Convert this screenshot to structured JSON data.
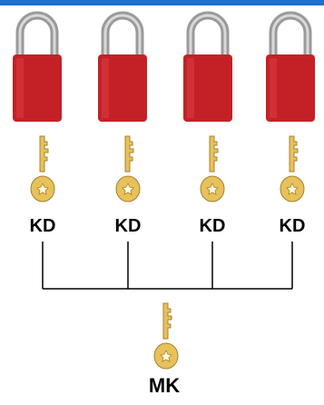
{
  "colors": {
    "top_bar": "#1a6fcf",
    "lock_body": "#c42127",
    "shackle": "#9a9a9a",
    "key": "#e6c15c",
    "line": "#000000"
  },
  "locks": [
    {
      "key_label": "KD"
    },
    {
      "key_label": "KD"
    },
    {
      "key_label": "KD"
    },
    {
      "key_label": "KD"
    }
  ],
  "master": {
    "label": "MK"
  },
  "icons": {
    "lock": "padlock-icon",
    "key": "key-icon"
  }
}
